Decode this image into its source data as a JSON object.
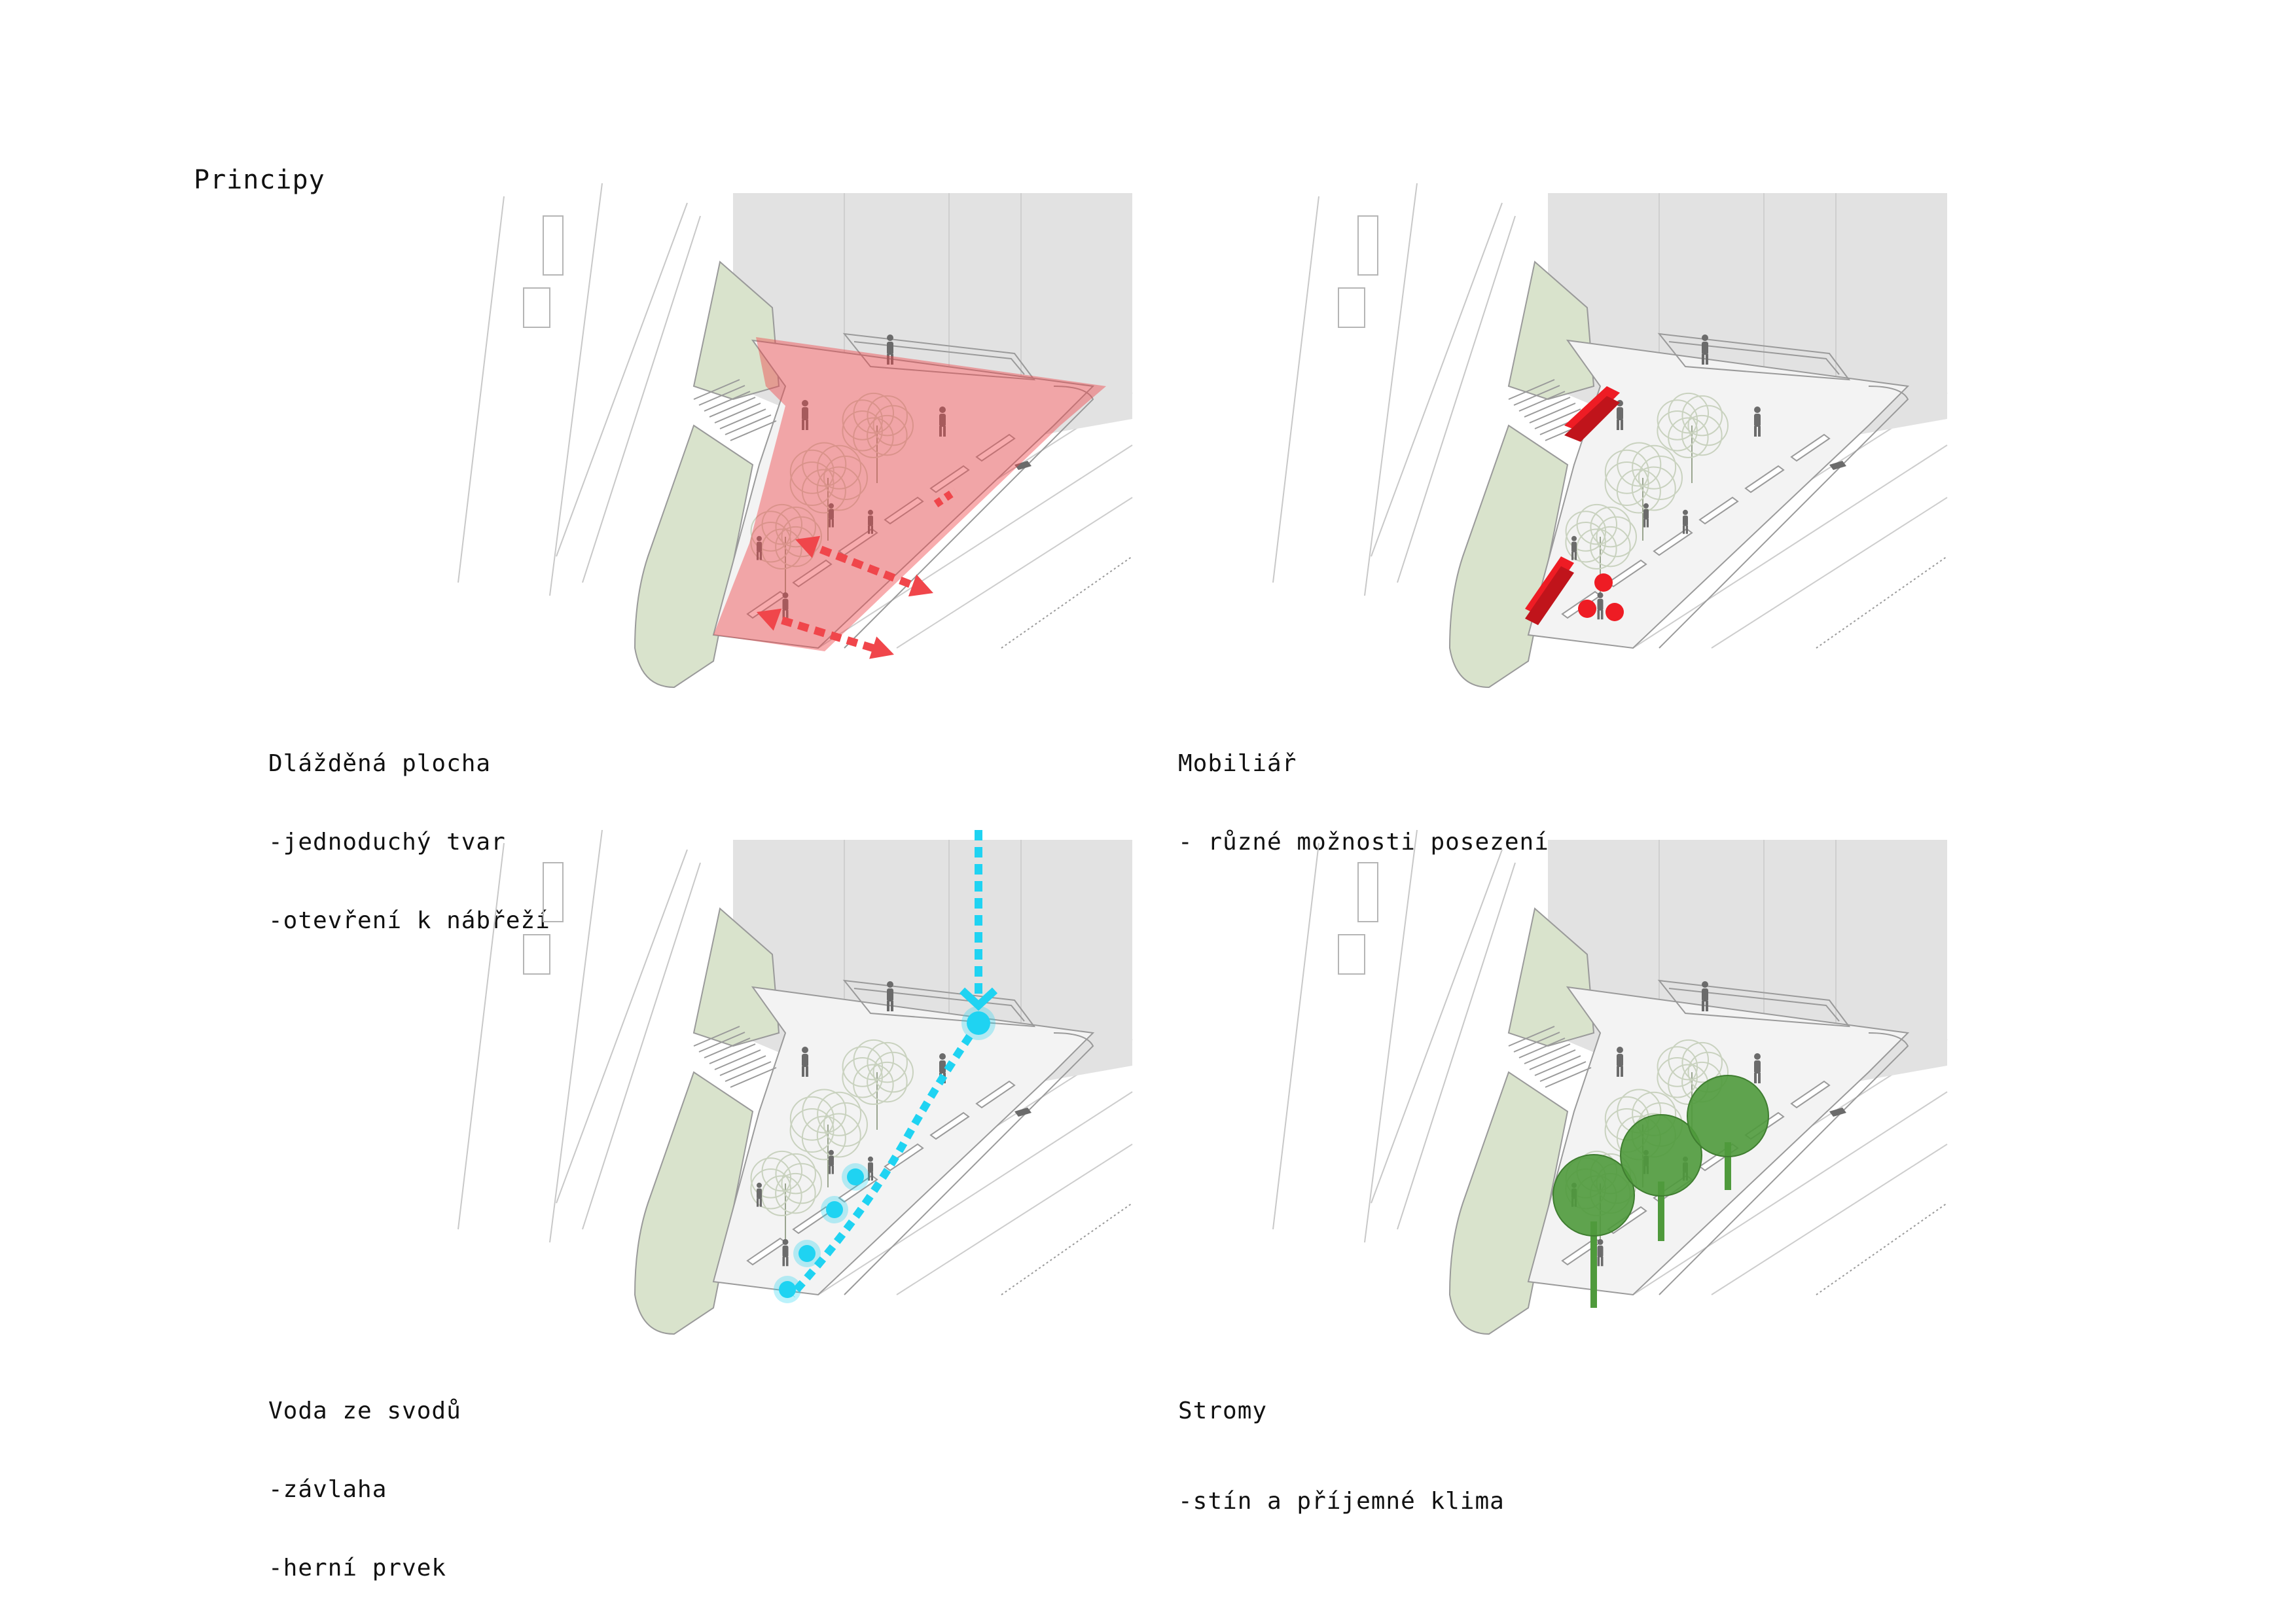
{
  "page": {
    "title": "Principy"
  },
  "panels": [
    {
      "id": "paving",
      "caption_lines": [
        "Dlážděná plocha",
        "-jednoduchý tvar",
        "-otevření k nábřeží"
      ],
      "accent": "#f0464b"
    },
    {
      "id": "furniture",
      "caption_lines": [
        "Mobiliář",
        "- různé možnosti posezení"
      ],
      "accent": "#ee1c24"
    },
    {
      "id": "water",
      "caption_lines": [
        "Voda ze svodů",
        "-závlaha",
        "-herní prvek"
      ],
      "accent": "#1fd3f2"
    },
    {
      "id": "trees",
      "caption_lines": [
        "Stromy",
        "-stín a příjemné klima"
      ],
      "accent": "#4f9a3c"
    }
  ],
  "palette": {
    "building": "#e2e2e2",
    "lawn": "#d9e3cc",
    "plaza": "#f3f3f3",
    "line": "#9a9a9a",
    "figure": "#6b6b6b",
    "tree_sketch": "#c9d2bf"
  }
}
